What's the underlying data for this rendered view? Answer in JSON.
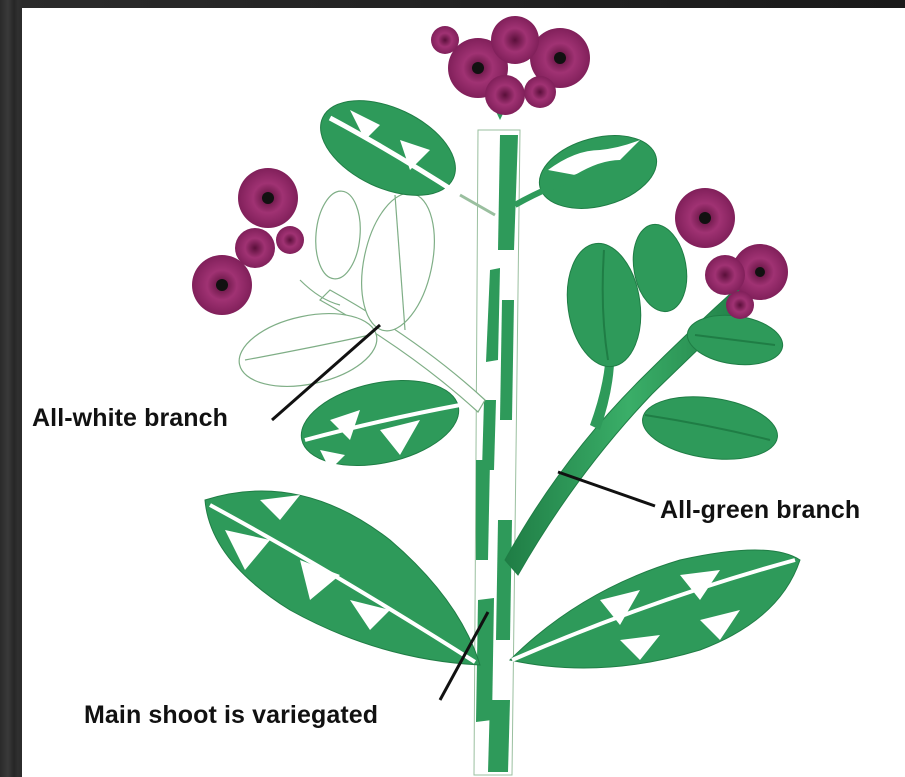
{
  "labels": {
    "all_white_branch": "All-white branch",
    "all_green_branch": "All-green branch",
    "main_shoot": "Main shoot is variegated"
  },
  "colors": {
    "leaf_green": "#2e9a5a",
    "leaf_dark_green": "#1f7d45",
    "flower_magenta": "#8b2160",
    "flower_center": "#111111",
    "white_leaf_outline": "#9abf9f",
    "background": "#ffffff"
  }
}
